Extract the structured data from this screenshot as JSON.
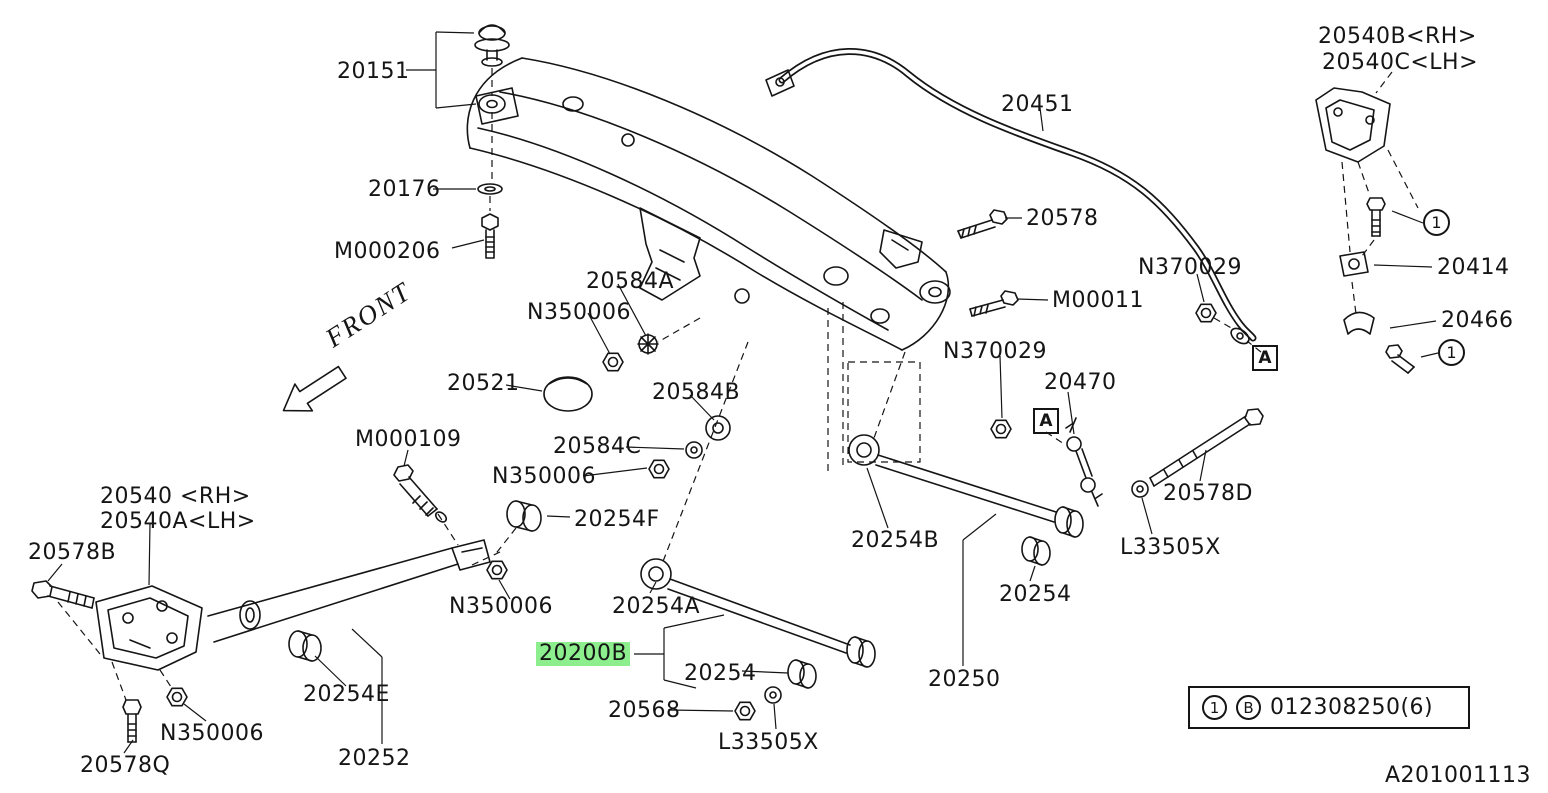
{
  "colors": {
    "highlight": "#8cee8c",
    "line": "#151515",
    "background": "#ffffff"
  },
  "front_label": "FRONT",
  "doc_number": "A201001113",
  "legend": {
    "circled_1": "1",
    "circled_b": "B",
    "part_number": "012308250(6)"
  },
  "callouts": {
    "circled_1": "1",
    "boxed_a": "A"
  },
  "labels": {
    "p20151": "20151",
    "p20176": "20176",
    "pM000206": "M000206",
    "p20584A": "20584A",
    "pN350006_1": "N350006",
    "p20521": "20521",
    "p20584B": "20584B",
    "p20584C": "20584C",
    "pN350006_2": "N350006",
    "pM000109": "M000109",
    "p20540_rh": "20540 <RH>",
    "p20540A_lh": "20540A<LH>",
    "p20578B": "20578B",
    "p20254F": "20254F",
    "pN350006_3": "N350006",
    "p20254A": "20254A",
    "p20200B": "20200B",
    "p20254_left": "20254",
    "p20254E": "20254E",
    "pN350006_4": "N350006",
    "p20252": "20252",
    "p20578Q": "20578Q",
    "p20568": "20568",
    "pL33505X_left": "L33505X",
    "p20250": "20250",
    "p20254B": "20254B",
    "p20254_right": "20254",
    "pL33505X_right": "L33505X",
    "p20578D": "20578D",
    "p20470": "20470",
    "pN370029_low": "N370029",
    "pN370029_up": "N370029",
    "pM00011": "M00011",
    "p20578": "20578",
    "p20451": "20451",
    "p20540B_rh": "20540B<RH>",
    "p20540C_lh": "20540C<LH>",
    "p20414": "20414",
    "p20466": "20466"
  }
}
